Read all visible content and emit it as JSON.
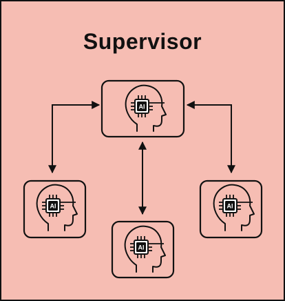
{
  "diagram": {
    "title": "Supervisor",
    "background_color": "#f6bdb3",
    "stroke_color": "#111111",
    "chip_label": "AI",
    "nodes": [
      {
        "id": "supervisor",
        "role": "supervisor",
        "icon": "ai-head-icon"
      },
      {
        "id": "agent-left",
        "role": "agent",
        "icon": "ai-head-icon"
      },
      {
        "id": "agent-center",
        "role": "agent",
        "icon": "ai-head-icon"
      },
      {
        "id": "agent-right",
        "role": "agent",
        "icon": "ai-head-icon"
      }
    ],
    "edges": [
      {
        "from": "supervisor",
        "to": "agent-left",
        "bidirectional": true
      },
      {
        "from": "supervisor",
        "to": "agent-center",
        "bidirectional": true
      },
      {
        "from": "supervisor",
        "to": "agent-right",
        "bidirectional": true
      }
    ]
  }
}
